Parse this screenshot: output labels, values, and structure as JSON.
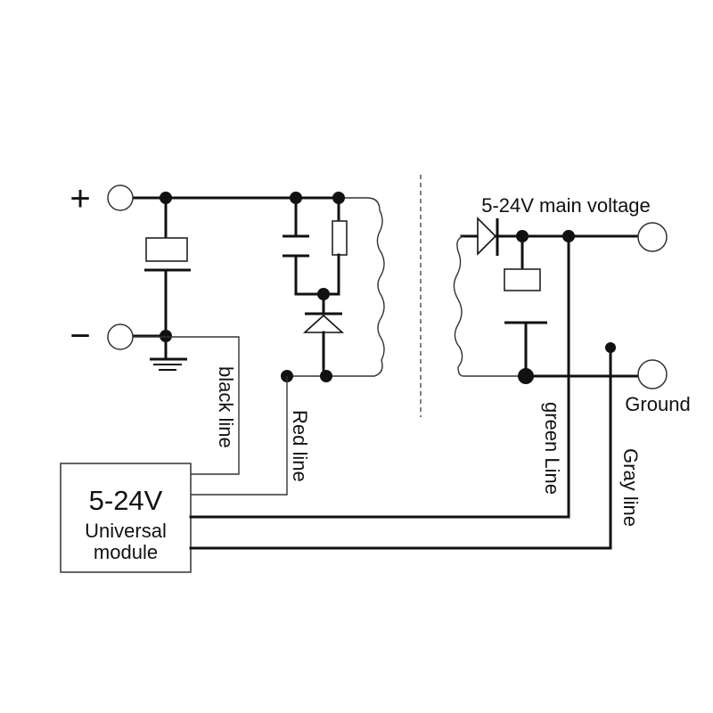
{
  "signs": {
    "plus": "+",
    "minus": "−"
  },
  "module": {
    "line1": "5-24V",
    "line2": "Universal",
    "line3": "module"
  },
  "labels": {
    "main_voltage": "5-24V main voltage",
    "ground": "Ground",
    "black_line": "black line",
    "red_line": "Red line",
    "green_line": "green Line",
    "gray_line": "Gray line"
  }
}
